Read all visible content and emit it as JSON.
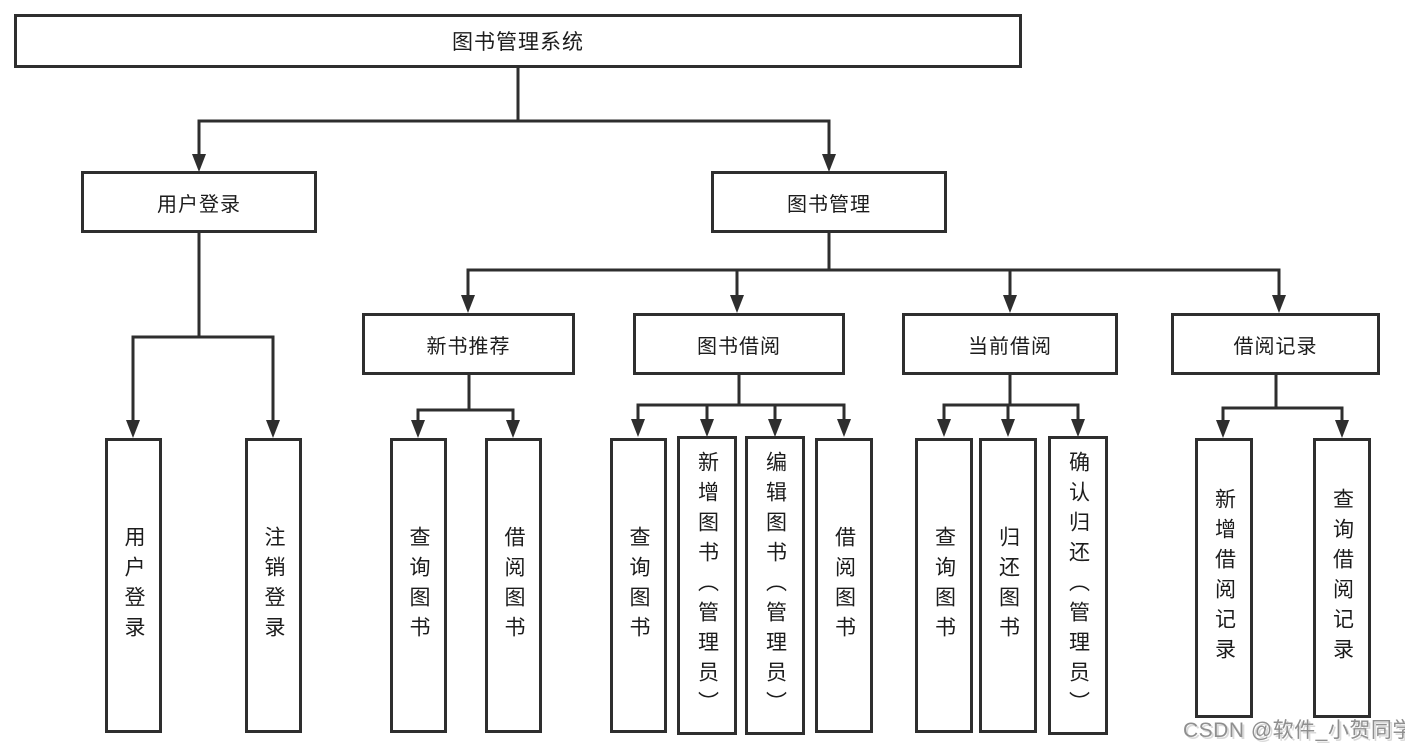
{
  "diagram_title": "图书管理系统",
  "colors": {
    "line": "#2e2e2e",
    "box_border": "#2e2e2e",
    "box_background": "#ffffff",
    "text": "#1c1c1c",
    "watermark_text": "#8f8f8f",
    "background": "#ffffff"
  },
  "nodes": {
    "root": {
      "label": "图书管理系统"
    },
    "branches": [
      {
        "label": "用户登录",
        "children": [
          {
            "label": "用户登录"
          },
          {
            "label": "注销登录"
          }
        ]
      },
      {
        "label": "图书管理",
        "children": [
          {
            "label": "新书推荐",
            "children": [
              {
                "label": "查询图书"
              },
              {
                "label": "借阅图书"
              }
            ]
          },
          {
            "label": "图书借阅",
            "children": [
              {
                "label": "查询图书"
              },
              {
                "label": "新增图书（管理员）"
              },
              {
                "label": "编辑图书（管理员）"
              },
              {
                "label": "借阅图书"
              }
            ]
          },
          {
            "label": "当前借阅",
            "children": [
              {
                "label": "查询图书"
              },
              {
                "label": "归还图书"
              },
              {
                "label": "确认归还（管理员）"
              }
            ]
          },
          {
            "label": "借阅记录",
            "children": [
              {
                "label": "新增借阅记录"
              },
              {
                "label": "查询借阅记录"
              }
            ]
          }
        ]
      }
    ]
  },
  "watermark": "CSDN @软件_小贺同学"
}
